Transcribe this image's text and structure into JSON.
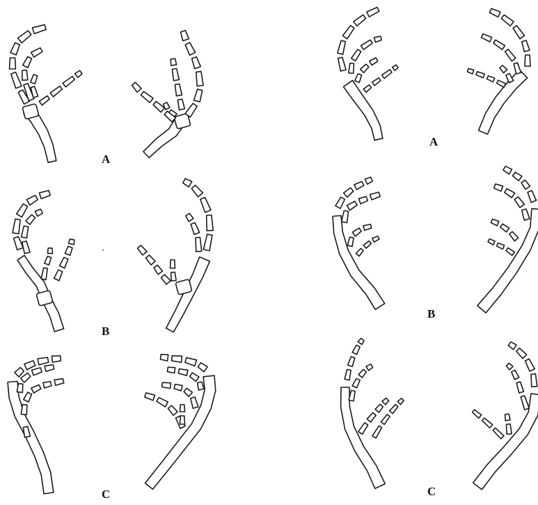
{
  "panels": [
    {
      "label": "A"
    },
    {
      "label": "B"
    },
    {
      "label": "C"
    },
    {
      "label": "A"
    },
    {
      "label": "B"
    },
    {
      "label": "C"
    }
  ]
}
